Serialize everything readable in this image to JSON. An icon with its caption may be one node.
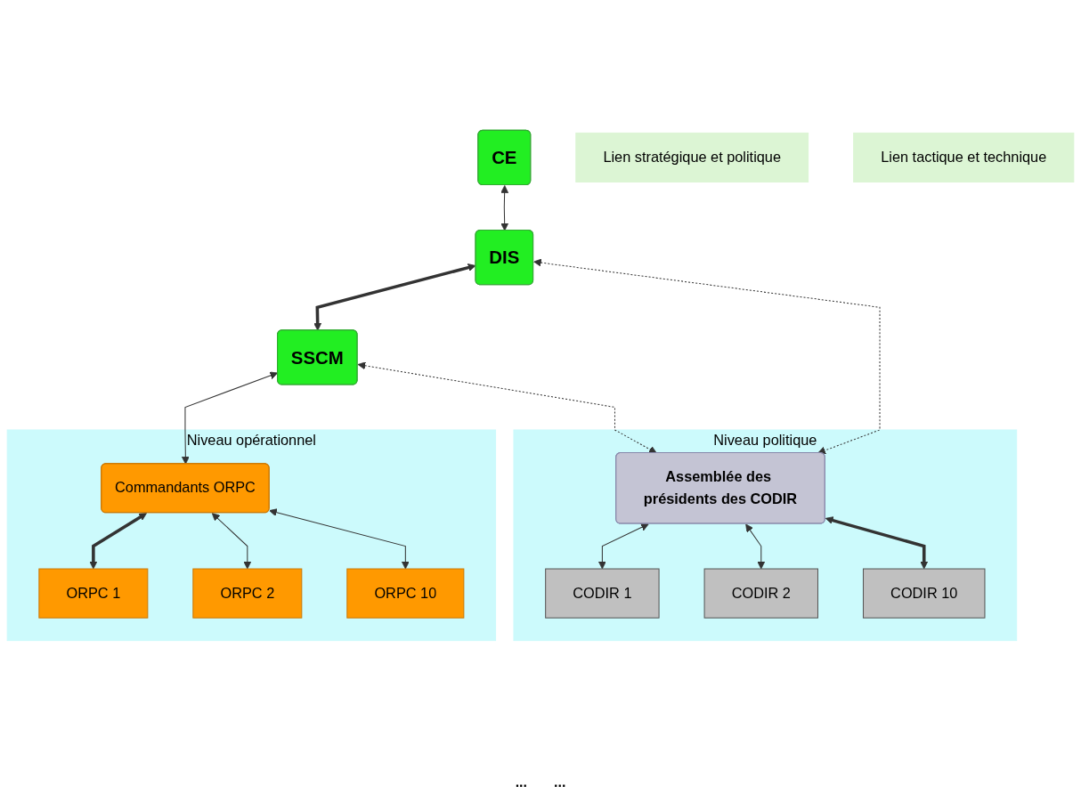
{
  "diagram": {
    "nodes": [
      {
        "text": [
          "CE"
        ]
      },
      {
        "text": [
          "DIS"
        ]
      },
      {
        "text": [
          "SSCM"
        ]
      },
      {
        "text": [
          "Lien stratégique et politique"
        ]
      },
      {
        "text": [
          "Lien tactique et technique"
        ]
      },
      {
        "text": [
          "Niveau politique"
        ]
      },
      {
        "text": [
          "Assemblée des présidents des CODIR"
        ],
        "in": 5
      },
      {
        "text": [
          "CODIR 1"
        ],
        "in": 5
      },
      {
        "text": [
          "CODIR 2"
        ],
        "in": 5
      },
      {
        "text": [
          "CODIR 10"
        ],
        "in": 5
      },
      {
        "text": [
          "Niveau opérationnel"
        ]
      },
      {
        "text": [
          "Commandants ORPC"
        ],
        "in": 10
      },
      {
        "text": [
          "ORPC 1"
        ],
        "in": 10
      },
      {
        "text": [
          "ORPC 2"
        ],
        "in": 10
      },
      {
        "text": [
          "ORPC 10"
        ],
        "in": 10
      }
    ],
    "edges": [
      {
        "from": 0,
        "to": 1,
        "arrow": "both"
      },
      {
        "from": 1,
        "to": 2,
        "arrow": "both",
        "style": "thick"
      },
      {
        "from": 1,
        "to": 6,
        "arrow": "both",
        "style": "dashed"
      },
      {
        "from": 2,
        "to": 6,
        "arrow": "both",
        "style": "dashed"
      },
      {
        "from": 2,
        "to": 11,
        "arrow": "both"
      },
      {
        "from": 6,
        "to": 7,
        "arrow": "both"
      },
      {
        "from": 6,
        "to": 8,
        "arrow": "both"
      },
      {
        "from": 6,
        "to": 9,
        "arrow": "both",
        "style": "thick"
      },
      {
        "from": 11,
        "to": 12,
        "arrow": "both",
        "style": "thick"
      },
      {
        "from": 11,
        "to": 13,
        "arrow": "both"
      },
      {
        "from": 11,
        "to": 14,
        "arrow": "both"
      }
    ],
    "labels": [
      "...",
      "..."
    ]
  }
}
